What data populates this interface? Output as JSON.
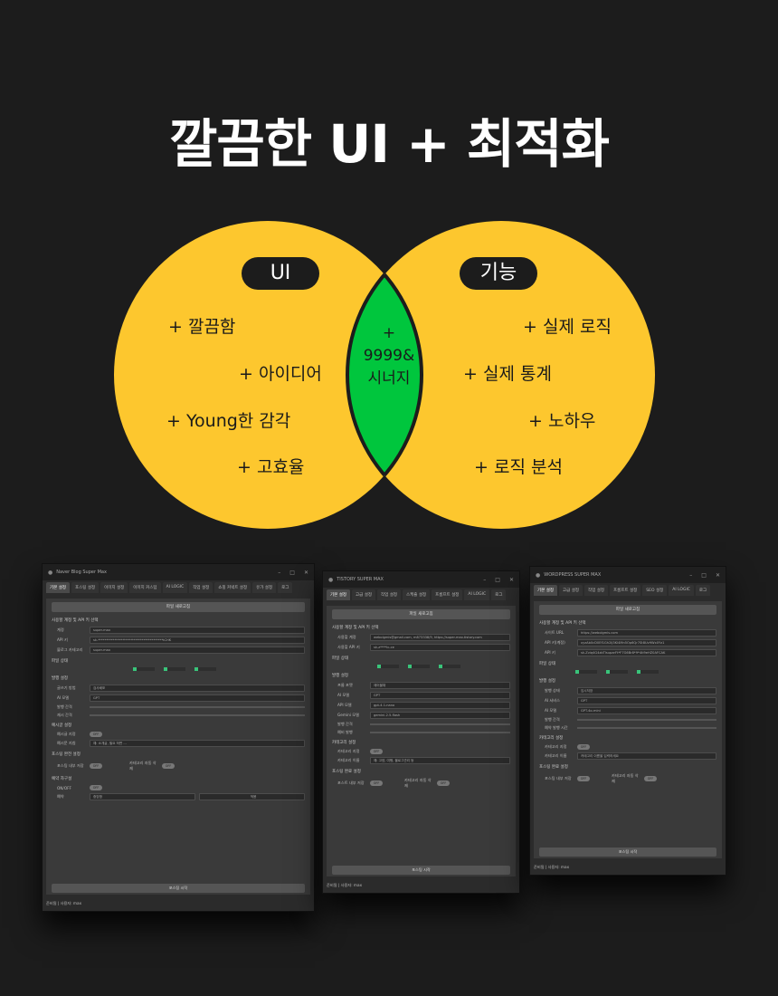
{
  "headline": "깔끔한 UI + 최적화",
  "colors": {
    "background": "#1c1c1c",
    "circle": "#fdc72e",
    "overlap": "#00c63d"
  },
  "venn": {
    "left_label": "UI",
    "right_label": "기능",
    "left_items": [
      "+ 깔끔함",
      "+ 아이디어",
      "+ Young한 감각",
      "+ 고효율"
    ],
    "right_items": [
      "+ 실제 로직",
      "+ 실제 통계",
      "+ 노하우",
      "+ 로직 분석"
    ],
    "center_lines": [
      "+",
      "9999&",
      "시너지"
    ]
  },
  "screenshots": [
    {
      "title": "Naver Blog Super Max",
      "tabs": [
        "기본 설정",
        "포스팅 설정",
        "이미지 설정",
        "이미지 커스텀",
        "AI LOGIC",
        "작업 설정",
        "쇼핑 커넥트 설정",
        "유가 설정",
        "로그"
      ],
      "top_button": "파일 새로고침",
      "section1": "사용할 계정 및 API 키 선택",
      "fields": [
        {
          "label": "계정",
          "value": "super-max"
        },
        {
          "label": "API 키",
          "value": "sk-****************************************tCHK"
        },
        {
          "label": "블로그 카테고리",
          "value": "super-max"
        }
      ],
      "section2": "파일 상태",
      "section3": "발행 설정",
      "fields2": [
        {
          "label": "글쓰기 방법",
          "value": "검사배포"
        },
        {
          "label": "AI 모델",
          "value": "GPT"
        },
        {
          "label": "발행 간격",
          "value": ""
        },
        {
          "label": "재시 간격",
          "value": ""
        }
      ],
      "section4": "예시글 설정",
      "fields3": [
        {
          "label": "예시글 지정",
          "value": "OFF"
        },
        {
          "label": "예시문 지침",
          "value": "예: 소개글, 필요 하면 ..."
        }
      ],
      "section5": "포스팅 완전 설정",
      "row_a": "포스팅 내부 저장",
      "row_b": "카테고리 자동 삭제",
      "section6": "예약 자구설",
      "row_c": "ON/OFF",
      "row_d": "예약",
      "row_d_value": "중앙함",
      "row_d_btn": "적용",
      "bottom_button": "포스팅 시작",
      "footer": "준비됨 | 사용자: max"
    },
    {
      "title": "TISTORY SUPER MAX",
      "tabs": [
        "기본 설정",
        "고급 설정",
        "작업 설정",
        "스케쥴 설정",
        "프롬프트 설정",
        "AI LOGIC",
        "로그"
      ],
      "top_button": "파일 새로고침",
      "section1": "사용할 계정 및 API 키 선택",
      "fields": [
        {
          "label": "사용할 계정",
          "value": "webolgmis@gmail.com, m873338/9, https://super-max.tistory.com"
        },
        {
          "label": "사용할 API 키",
          "value": "sk-z****ic-ce"
        }
      ],
      "section2": "파일 상태",
      "section3": "발행 설정",
      "fields2": [
        {
          "label": "프롬 포맷",
          "value": "제어블채"
        },
        {
          "label": "AI 모델",
          "value": "GPT"
        },
        {
          "label": "API 모델",
          "value": "gpt-4.1-nano"
        },
        {
          "label": "Gemini 모델",
          "value": "gemini-2.5-flash"
        },
        {
          "label": "발행 간격",
          "value": ""
        },
        {
          "label": "예비 발행",
          "value": ""
        }
      ],
      "section4": "카테고리 설정",
      "row_a": "카테고리 지정",
      "row_b_label": "카테고리 이름",
      "row_b_value": "예: 고양, 여행, 블로그관리 등",
      "section5": "포스팅 완료 설정",
      "row_c": "포스트 내부 저장",
      "row_d": "카테고리 자동 삭제",
      "bottom_button": "포스팅 시작",
      "footer": "준비됨 | 사용자: max"
    },
    {
      "title": "WORDPRESS SUPER MAX",
      "tabs": [
        "기본 설정",
        "고급 설정",
        "작업 설정",
        "프롬프트 설정",
        "SEO 설정",
        "AI LOGIC",
        "로그"
      ],
      "top_button": "파일 새로고침",
      "section1": "사용할 계정 및 API 키 선택",
      "fields": [
        {
          "label": "사이트 URL",
          "value": "https://webolgmis.com"
        },
        {
          "label": "API 키(계정)",
          "value": "xyzAb0cD0Ef1Gh2Ij3Kl4Mn5Op6Qr7St8Uv9Wx0Yz1"
        },
        {
          "label": "API 키",
          "value": "sk-Zviq4G4zbTIsuparFt*F7G6Br8*9*4ti9eHZ0AFCAK"
        }
      ],
      "section2": "파일 상태",
      "section3": "발행 설정",
      "fields2": [
        {
          "label": "발행 상태",
          "value": "임시저장"
        },
        {
          "label": "AI 서비스",
          "value": "GPT"
        },
        {
          "label": "AI 모델",
          "value": "GPT-4o-mini"
        },
        {
          "label": "발행 간격",
          "value": ""
        },
        {
          "label": "예약 발행 시간",
          "value": ""
        }
      ],
      "section4": "카테고리 설정",
      "row_a": "카테고리 지정",
      "row_b_label": "카테고리 이름",
      "row_b_value": "카테고리 이름을 입력하세요",
      "section5": "포스팅 완료 설정",
      "row_c": "포스팅 내부 저장",
      "row_d": "카테고리 자동 삭제",
      "bottom_button": "포스팅 시작",
      "footer": "준비됨 | 사용자: max"
    }
  ]
}
